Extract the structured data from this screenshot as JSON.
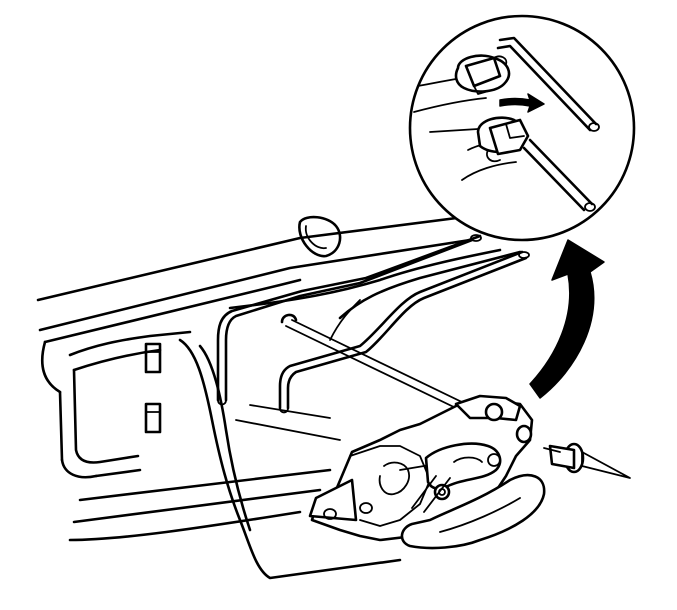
{
  "diagram": {
    "kind": "technical line illustration",
    "labels": [],
    "parts": [
      {
        "name": "door-inner-panel"
      },
      {
        "name": "lock-rod-upper"
      },
      {
        "name": "lock-rod-lower"
      },
      {
        "name": "inside-handle-assembly"
      },
      {
        "name": "rivet"
      },
      {
        "name": "detail-magnifier"
      },
      {
        "name": "detail-arrow"
      },
      {
        "name": "rod-retaining-clip"
      }
    ],
    "colors": {
      "ink": "#000000",
      "background": "#ffffff"
    }
  }
}
